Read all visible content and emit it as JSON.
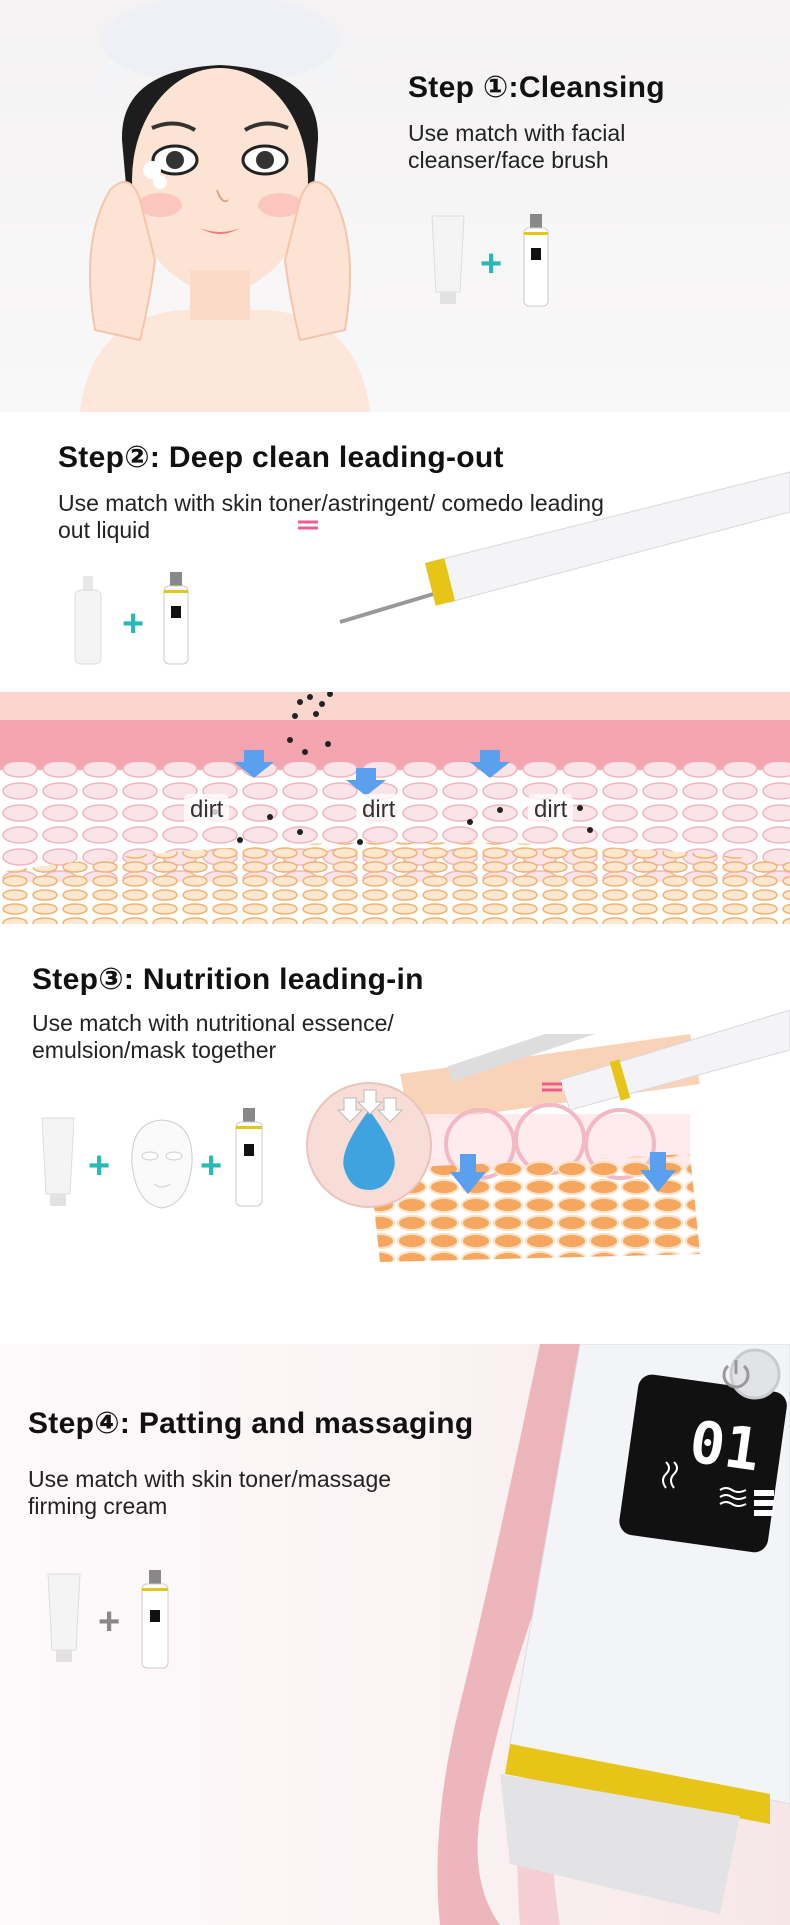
{
  "steps": [
    {
      "title": "Step ①:Cleansing",
      "desc": "Use match with facial cleanser/face brush"
    },
    {
      "title": "Step②:  Deep clean leading-out",
      "desc": "Use match with skin toner/astringent/ comedo leading out liquid"
    },
    {
      "title": "Step③:  Nutrition leading-in",
      "desc": "Use match with nutritional essence/ emulsion/mask together"
    },
    {
      "title": "Step④:  Patting and massaging",
      "desc": "Use match with skin toner/massage firming cream"
    }
  ],
  "plus_sign": "+",
  "dirt_labels": [
    "dirt",
    "dirt",
    "dirt"
  ],
  "device_display": {
    "value": "01"
  },
  "icons": [
    "woman-face-illustration",
    "cleanser-tube-icon",
    "scrubber-device-icon",
    "toner-bottle-icon",
    "face-mask-icon",
    "skin-layer-illustration",
    "water-drop-icon",
    "power-button-icon"
  ],
  "colors": {
    "accent_plus": "#27b9b5",
    "gold_band": "#e6c418",
    "arrow_blue": "#5aa0ee",
    "skin_pink": "#f7c9cc",
    "fat_orange": "#f2b16f"
  }
}
